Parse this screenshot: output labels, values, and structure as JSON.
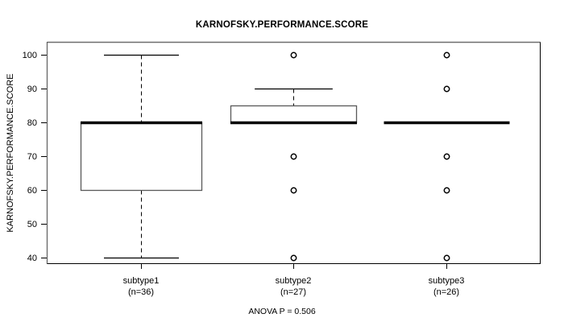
{
  "title": "KARNOFSKY.PERFORMANCE.SCORE",
  "caption": "ANOVA P = 0.506",
  "ylabel": "KARNOFSKY.PERFORMANCE.SCORE",
  "xlabel": "",
  "colors": {
    "foreground": "#000000",
    "box_border": "#595959",
    "background": "#ffffff"
  },
  "chart_data": {
    "type": "box",
    "title": "KARNOFSKY.PERFORMANCE.SCORE",
    "subtitle": "ANOVA P = 0.506",
    "xlabel": "",
    "ylabel": "KARNOFSKY.PERFORMANCE.SCORE",
    "ylim": [
      36,
      104
    ],
    "yticks": [
      40,
      50,
      60,
      70,
      80,
      90,
      100
    ],
    "ytick_labels": [
      "40",
      "50",
      "60",
      "70",
      "80",
      "90",
      "100"
    ],
    "grid": false,
    "legend": null,
    "annotations": [
      "ANOVA P = 0.506"
    ],
    "categories": [
      "subtype1",
      "subtype2",
      "subtype3"
    ],
    "category_labels": [
      {
        "name": "subtype1",
        "n_label": "(n=36)",
        "n": 36
      },
      {
        "name": "subtype2",
        "n_label": "(n=27)",
        "n": 27
      },
      {
        "name": "subtype3",
        "n_label": "(n=26)",
        "n": 26
      }
    ],
    "boxes": [
      {
        "category": "subtype1",
        "whisker_low": 40,
        "q1": 60,
        "median": 80,
        "q3": 80,
        "whisker_high": 100,
        "outliers": []
      },
      {
        "category": "subtype2",
        "whisker_low": 80,
        "q1": 80,
        "median": 80,
        "q3": 85,
        "whisker_high": 90,
        "outliers": [
          100,
          70,
          60,
          40
        ]
      },
      {
        "category": "subtype3",
        "whisker_low": 80,
        "q1": 80,
        "median": 80,
        "q3": 80,
        "whisker_high": 80,
        "outliers": [
          100,
          90,
          70,
          60,
          40
        ]
      }
    ]
  }
}
